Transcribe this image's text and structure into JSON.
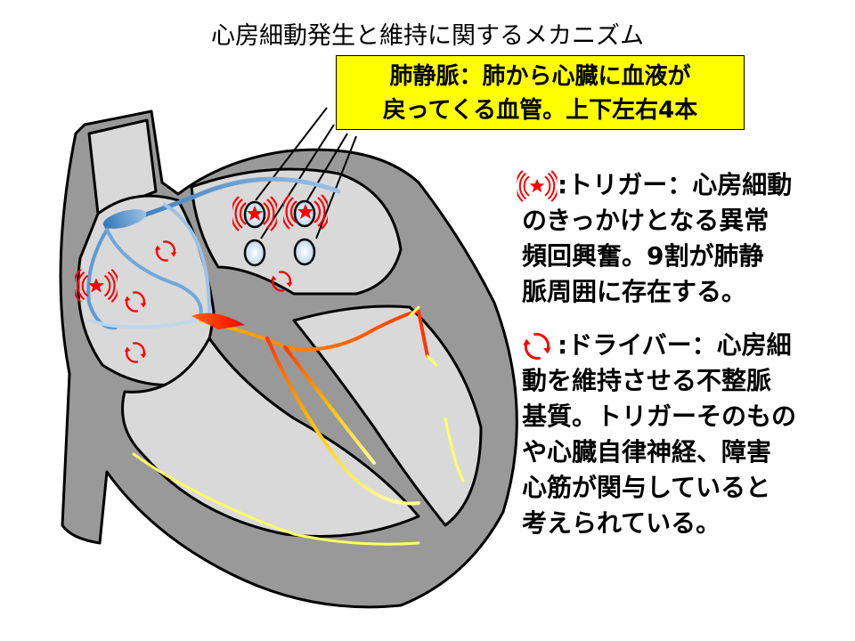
{
  "title": "心房細動発生と維持に関するメカニズム",
  "callout": {
    "lines": [
      "肺静脈：肺から心臓に血液が",
      "戻ってくる血管。上下左右4本"
    ]
  },
  "trigger": {
    "icon": "star-ripple-icon",
    "lines": [
      ":トリガー：心房細動",
      "のきっかけとなる異常",
      "頻回興奮。9割が肺静",
      "脈周囲に存在する。"
    ]
  },
  "driver": {
    "icon": "circular-arrows-icon",
    "lines": [
      ":ドライバー：心房細",
      "動を維持させる不整脈",
      "基質。トリガーそのもの",
      "や心臓自律神経、障害",
      "心筋が関与していると",
      "考えられている。"
    ]
  },
  "colors": {
    "callout_bg": "#ffff00",
    "accent_red": "#ff0000",
    "wall": "#999999",
    "chamber": "#d9d9d9"
  }
}
